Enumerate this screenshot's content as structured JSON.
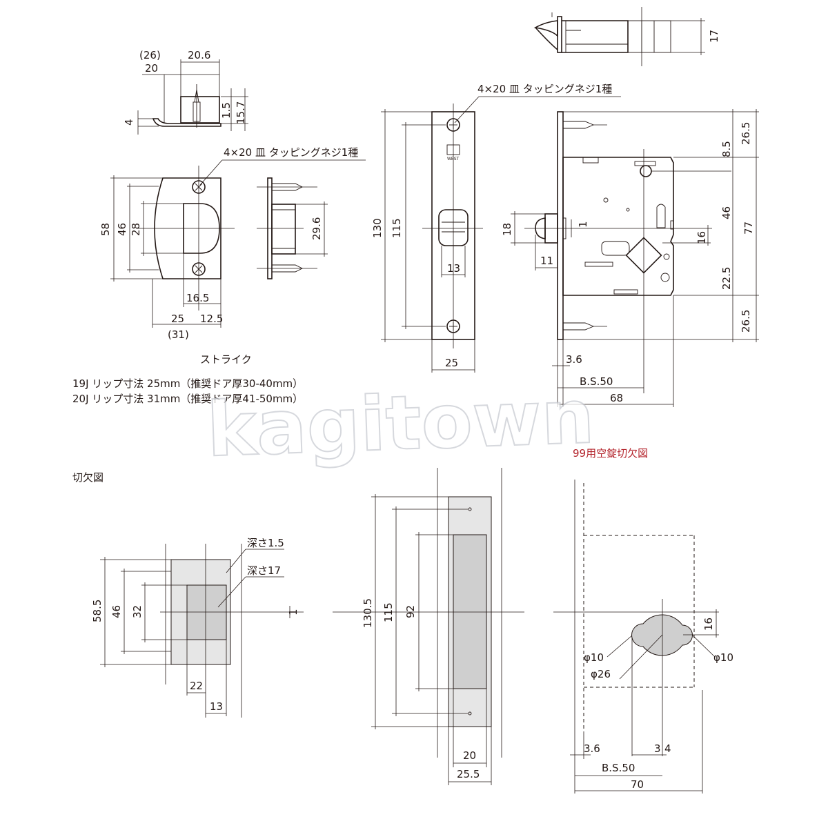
{
  "strike": {
    "top_dims": [
      "(26)",
      "20",
      "20.6",
      "4",
      "1.5",
      "15.7"
    ],
    "screw_note": "4×20 皿 タッピングネジ1種",
    "front_dims": [
      "58",
      "46",
      "28",
      "16.5",
      "25",
      "12.5",
      "(31)"
    ],
    "side_dims": [
      "29.6"
    ],
    "title": "ストライク",
    "spec_lines": [
      "19J  リップ寸法    25mm（推奨ドア厚30-40mm）",
      "20J  リップ寸法    31mm（推奨ドア厚41-50mm）"
    ]
  },
  "lock": {
    "screw_note": "4×20 皿 タッピングネジ1種",
    "brand_mark": "WEST",
    "top_dims": [
      "17"
    ],
    "front_dims": [
      "130",
      "115",
      "13",
      "25"
    ],
    "body_dims": [
      "26.5",
      "8.5",
      "46",
      "77",
      "16",
      "22.5",
      "26.5",
      "18",
      "1",
      "11",
      "3.6",
      "B.S.50",
      "68"
    ]
  },
  "cutout": {
    "title": "切欠図",
    "strike_dims": [
      "深さ1.5",
      "深さ17",
      "58.5",
      "46",
      "32",
      "22",
      "13",
      "1"
    ],
    "front_dims": [
      "130.5",
      "115",
      "92",
      "20",
      "25.5"
    ]
  },
  "dummy_cutout": {
    "title": "99用空錠切欠図",
    "dims": [
      "16",
      "φ10",
      "φ26",
      "φ10",
      "3.6",
      "3",
      "4",
      "B.S.50",
      "70"
    ],
    "title_color": "#b3222a"
  },
  "watermark": {
    "text": "kagitown"
  }
}
